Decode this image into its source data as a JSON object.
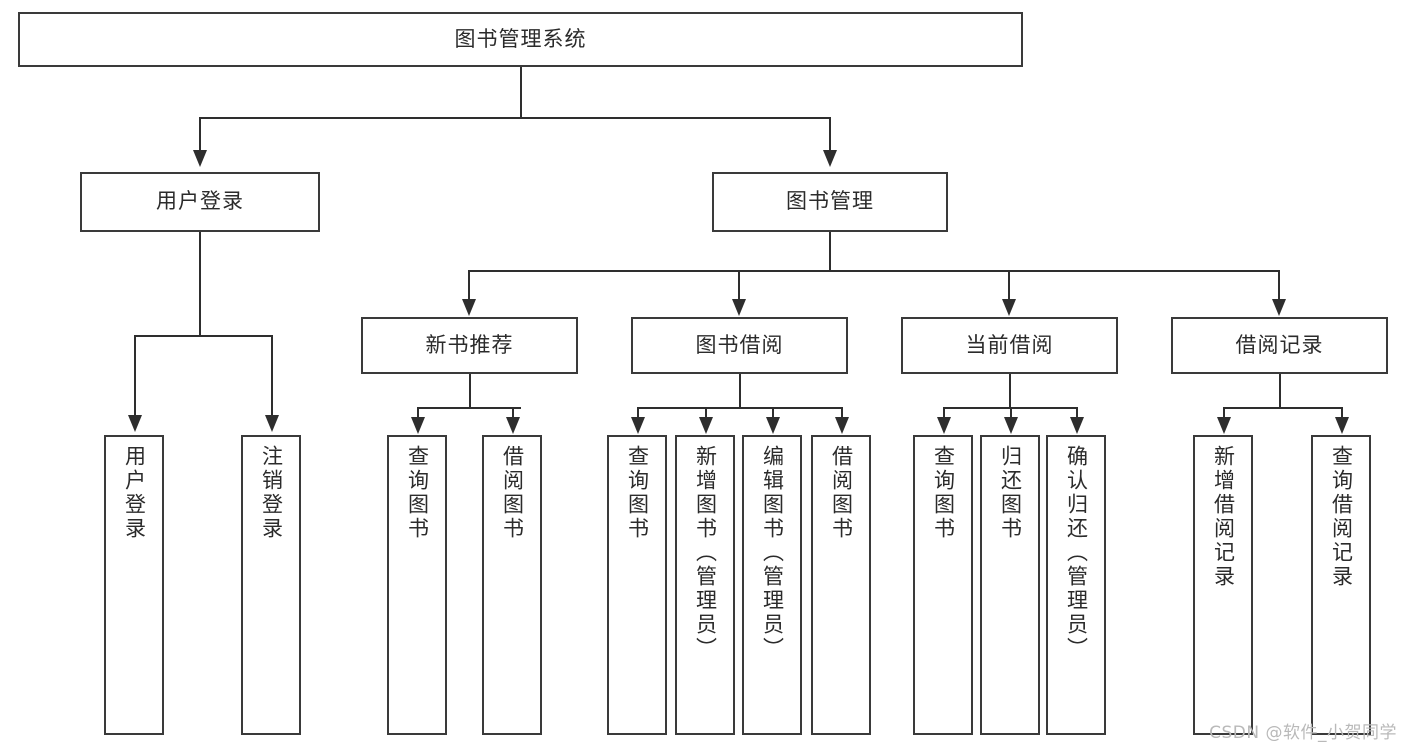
{
  "diagram": {
    "title": "图书管理系统",
    "type": "tree-hierarchy-diagram",
    "colors": {
      "border": "#3a3a3a",
      "line": "#2e2e2e",
      "background": "#ffffff",
      "text": "#2b2b2b",
      "watermark": "#b9b9b9"
    },
    "root": {
      "label": "图书管理系统"
    },
    "level2": [
      {
        "label": "用户登录"
      },
      {
        "label": "图书管理"
      }
    ],
    "level3": [
      {
        "label": "新书推荐"
      },
      {
        "label": "图书借阅"
      },
      {
        "label": "当前借阅"
      },
      {
        "label": "借阅记录"
      }
    ],
    "leaves": {
      "user_login": [
        {
          "label": "用户登录"
        },
        {
          "label": "注销登录"
        }
      ],
      "new_book_recommend": [
        {
          "label": "查询图书"
        },
        {
          "label": "借阅图书"
        }
      ],
      "book_borrow": [
        {
          "label": "查询图书"
        },
        {
          "label": "新增图书（管理员）"
        },
        {
          "label": "编辑图书（管理员）"
        },
        {
          "label": "借阅图书"
        }
      ],
      "current_borrow": [
        {
          "label": "查询图书"
        },
        {
          "label": "归还图书"
        },
        {
          "label": "确认归还（管理员）"
        }
      ],
      "borrow_record": [
        {
          "label": "新增借阅记录"
        },
        {
          "label": "查询借阅记录"
        }
      ]
    }
  },
  "watermark": {
    "text": "CSDN @软件_小贺同学"
  }
}
